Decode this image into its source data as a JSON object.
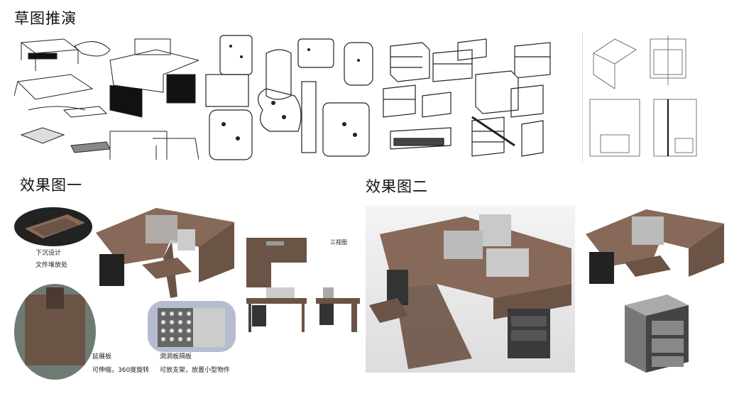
{
  "sections": {
    "sketch_title": "草图推演",
    "render1_title": "效果图一",
    "render2_title": "效果图二"
  },
  "render1": {
    "sunken_label": "下沉设计",
    "sunken_desc": "文件堆放处",
    "three_view_label": "三视图",
    "extension_label": "延展板",
    "extension_desc": "可伸缩，360度旋转",
    "pegboard_label": "洞洞板隔板",
    "pegboard_desc": "可放支架，放置小型物件"
  },
  "colors": {
    "wood": "#6b5346",
    "metal": "#c9c9c9",
    "pegboard_bg": "#b6bcd0"
  }
}
